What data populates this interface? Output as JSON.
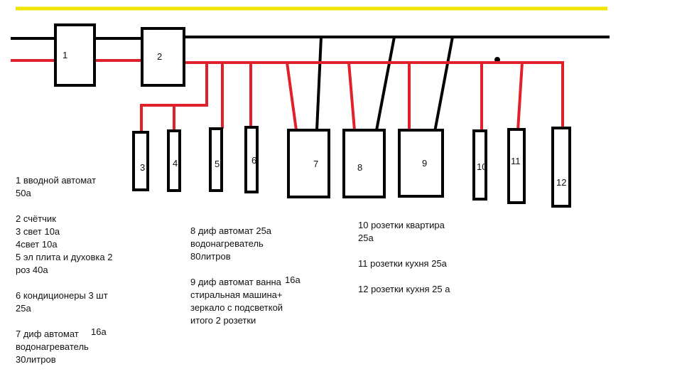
{
  "diagram": {
    "colors": {
      "phase": "#e0202a",
      "neutral": "#000000",
      "ground": "#f0e400"
    },
    "boxes": [
      "1",
      "2",
      "3",
      "4",
      "5",
      "6",
      "7",
      "8",
      "9",
      "10",
      "11",
      "12"
    ],
    "legend_left": {
      "l1": "1 вводной автомат",
      "l2": "50а",
      "l3": "2 счётчик",
      "l4": "3 свет 10а",
      "l5": "4свет 10а",
      "l6": "5 эл плита и духовка 2",
      "l7": "роз 40а",
      "l8": "6 кондиционеры 3 шт",
      "l9": "25а",
      "l10": "7 диф автомат",
      "l10b": "16а",
      "l11": "водонагреватель",
      "l12": "30литров"
    },
    "legend_middle": {
      "l1": "8 диф автомат 25а",
      "l2": "водонагреватель",
      "l3": "80литров",
      "l4": "9 диф автомат ванна",
      "l4b": "16а",
      "l5": "стиральная машина+",
      "l6": "зеркало с подсветкой",
      "l7": "итого 2 розетки"
    },
    "legend_right": {
      "l1": "10 розетки квартира",
      "l2": "25а",
      "l3": "11 розетки кухня 25а",
      "l4": "12 розетки кухня 25 а"
    }
  }
}
